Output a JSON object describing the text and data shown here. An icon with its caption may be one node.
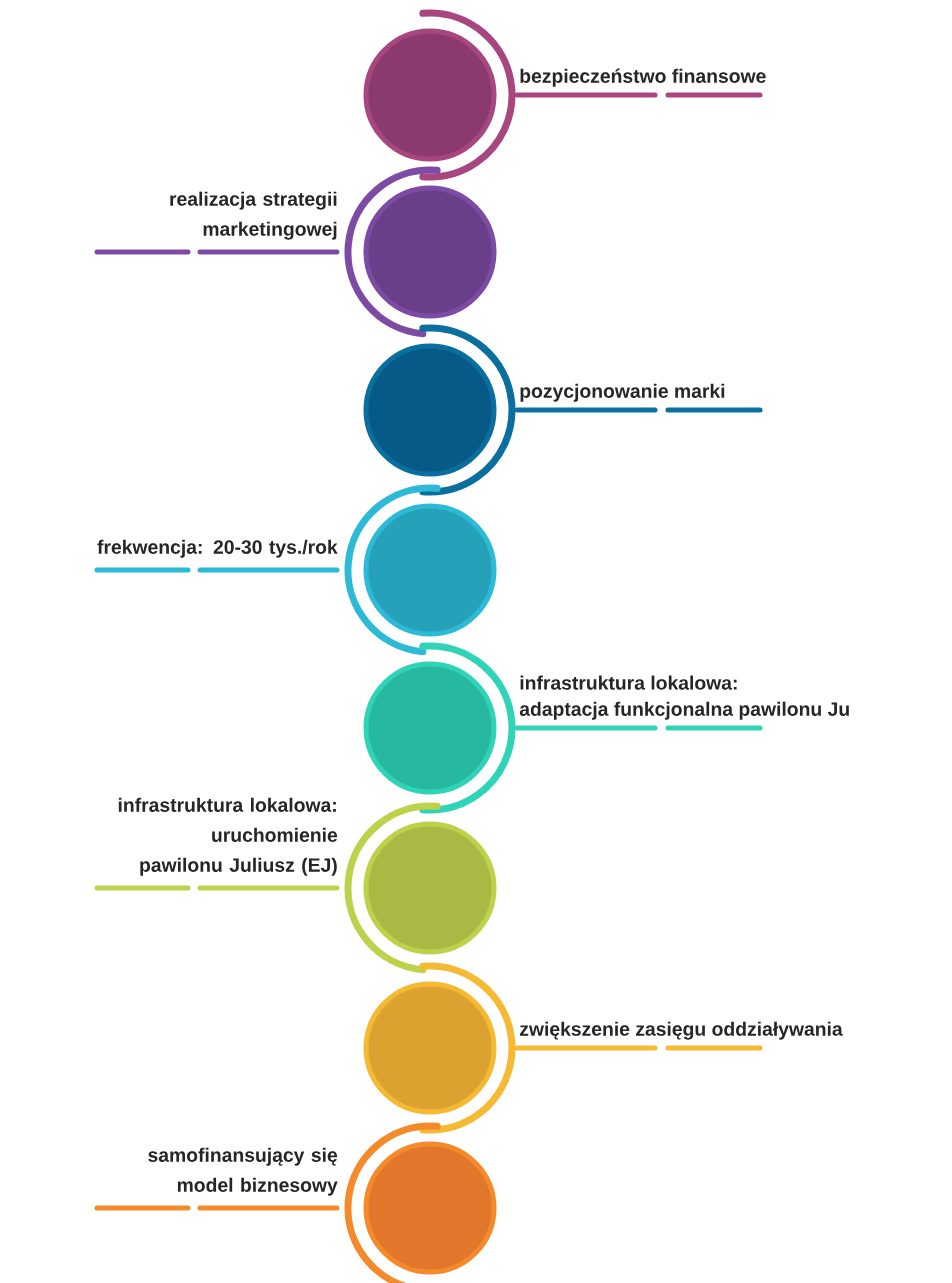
{
  "diagram": {
    "nodes": [
      {
        "text": [],
        "shape": "circle",
        "beside": [
          "bezpieczeństwo finansowe"
        ]
      },
      {
        "text": [],
        "shape": "circle",
        "beside": [
          "realizacja strategii marketingowej"
        ]
      },
      {
        "text": [],
        "shape": "circle",
        "beside": [
          "pozycjonowanie marki"
        ]
      },
      {
        "text": [],
        "shape": "circle",
        "beside": [
          "frekwencja: 20-30 tys./rok"
        ]
      },
      {
        "text": [],
        "shape": "circle",
        "beside": [
          "infrastruktura lokalowa:",
          "adaptacja funkcjonalna pawilonu Ju"
        ]
      },
      {
        "text": [],
        "shape": "circle",
        "beside": [
          "infrastruktura lokalowa: uruchomienie pawilonu Juliusz (EJ)"
        ]
      },
      {
        "text": [],
        "shape": "circle",
        "beside": [
          "zwiększenie zasięgu oddziaływania"
        ]
      },
      {
        "text": [],
        "shape": "circle",
        "beside": [
          "samofinansujący się model biznesowy"
        ]
      }
    ]
  }
}
